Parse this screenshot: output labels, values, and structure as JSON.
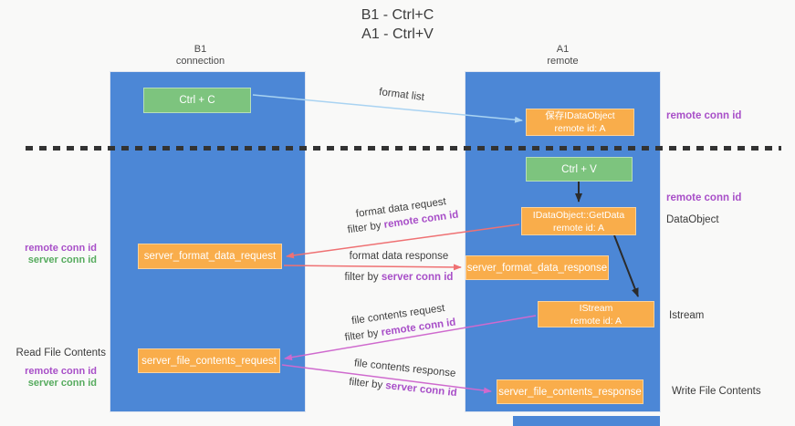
{
  "title": {
    "line1": "B1 - Ctrl+C",
    "line2": "A1 - Ctrl+V"
  },
  "columns": {
    "left": {
      "name": "B1",
      "role": "connection"
    },
    "right": {
      "name": "A1",
      "role": "remote"
    }
  },
  "boxes": {
    "ctrl_c": {
      "label": "Ctrl + C"
    },
    "save_dataobject": {
      "line1": "保存IDataObject",
      "line2": "remote id: A"
    },
    "ctrl_v": {
      "label": "Ctrl + V"
    },
    "getdata": {
      "line1": "IDataObject::GetData",
      "line2": "remote id: A"
    },
    "format_request": {
      "label": "server_format_data_request"
    },
    "format_response": {
      "label": "server_format_data_response"
    },
    "istream": {
      "line1": "IStream",
      "line2": "remote id: A"
    },
    "file_request": {
      "label": "server_file_contents_request"
    },
    "file_response": {
      "label": "server_file_contents_response"
    }
  },
  "arrow_labels": {
    "format_list": "format list",
    "format_data_request": {
      "line1": "format data request",
      "filter_prefix": "filter by ",
      "filter_key": "remote conn id"
    },
    "format_data_response": {
      "line1": "format data response",
      "filter_prefix": "filter by ",
      "filter_key": "server conn id"
    },
    "file_contents_request": {
      "line1": "file contents request",
      "filter_prefix": "filter by ",
      "filter_key": "remote conn id"
    },
    "file_contents_response": {
      "line1": "file contents response",
      "filter_prefix": "filter by ",
      "filter_key": "server conn id"
    }
  },
  "side_labels": {
    "right_remote_conn_id_1": "remote conn id",
    "right_remote_conn_id_2": "remote conn id",
    "dataobject": "DataObject",
    "istream": "Istream",
    "write_file_contents": "Write File Contents",
    "left_remote_conn_id_1": "remote conn id",
    "left_server_conn_id_1": "server conn id",
    "read_file_contents": "Read File Contents",
    "left_remote_conn_id_2": "remote conn id",
    "left_server_conn_id_2": "server conn id"
  },
  "colors": {
    "column_blue": "#4c87d6",
    "box_green": "#7dc47e",
    "box_orange": "#f9ad4b",
    "arrow_light_blue": "#a9d3f2",
    "arrow_black": "#2b2b2b",
    "arrow_salmon": "#ef7173",
    "arrow_magenta": "#cf6ace",
    "label_purple": "#a84fc8",
    "label_green": "#56ab5e",
    "background": "#f9f9f8"
  }
}
